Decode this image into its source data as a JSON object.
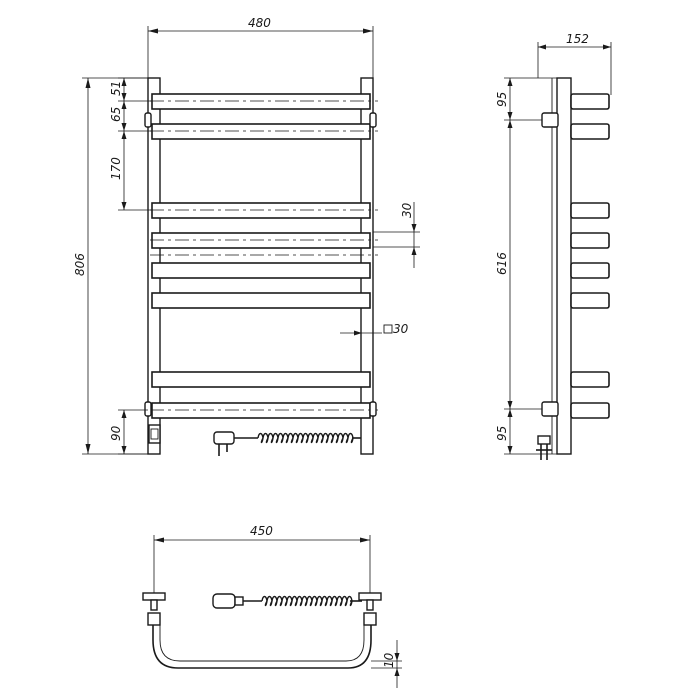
{
  "dimensions": {
    "front_width": "480",
    "front_height": "806",
    "top_gap_1": "51",
    "top_gap_2": "65",
    "bar_spacing": "170",
    "bar_thickness": "30",
    "bottom_offset": "90",
    "tube_section": "30",
    "side_depth": "152",
    "side_top_offset": "95",
    "side_connection_distance": "616",
    "side_bottom_offset": "95",
    "bottom_width": "450",
    "bottom_gap": "10"
  }
}
